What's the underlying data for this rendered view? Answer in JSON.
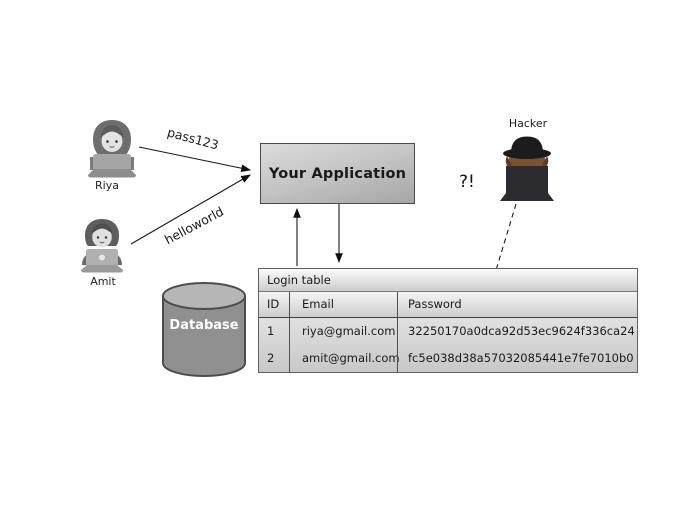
{
  "diagram": {
    "users": [
      {
        "name": "Riya",
        "password": "pass123"
      },
      {
        "name": "Amit",
        "password": "helloworld"
      }
    ],
    "application": {
      "label": "Your Application"
    },
    "hacker": {
      "label": "Hacker",
      "reaction": "?!"
    },
    "database": {
      "label": "Database"
    },
    "login_table": {
      "title": "Login table",
      "columns": [
        "ID",
        "Email",
        "Password"
      ],
      "rows": [
        {
          "id": "1",
          "email": "riya@gmail.com",
          "password_hash": "32250170a0dca92d53ec9624f336ca24"
        },
        {
          "id": "2",
          "email": "amit@gmail.com",
          "password_hash": "fc5e038d38a57032085441e7fe7010b0"
        }
      ]
    },
    "icons": {
      "riya": "woman-technologist-icon",
      "amit": "man-technologist-icon",
      "hacker": "hacker-with-hat-laptop-icon",
      "database": "database-cylinder-icon"
    },
    "colors": {
      "box_fill_light": "#dcdcdc",
      "box_fill_dark": "#a6a6a6",
      "box_border": "#4a4a4a",
      "hacker_dark": "#2c2c30",
      "hat_black": "#1c1c1e",
      "face_brown": "#7a5236",
      "table_border": "#5f5f5f",
      "arrow": "#1a1a1a",
      "db_label_text": "#ffffff"
    }
  }
}
